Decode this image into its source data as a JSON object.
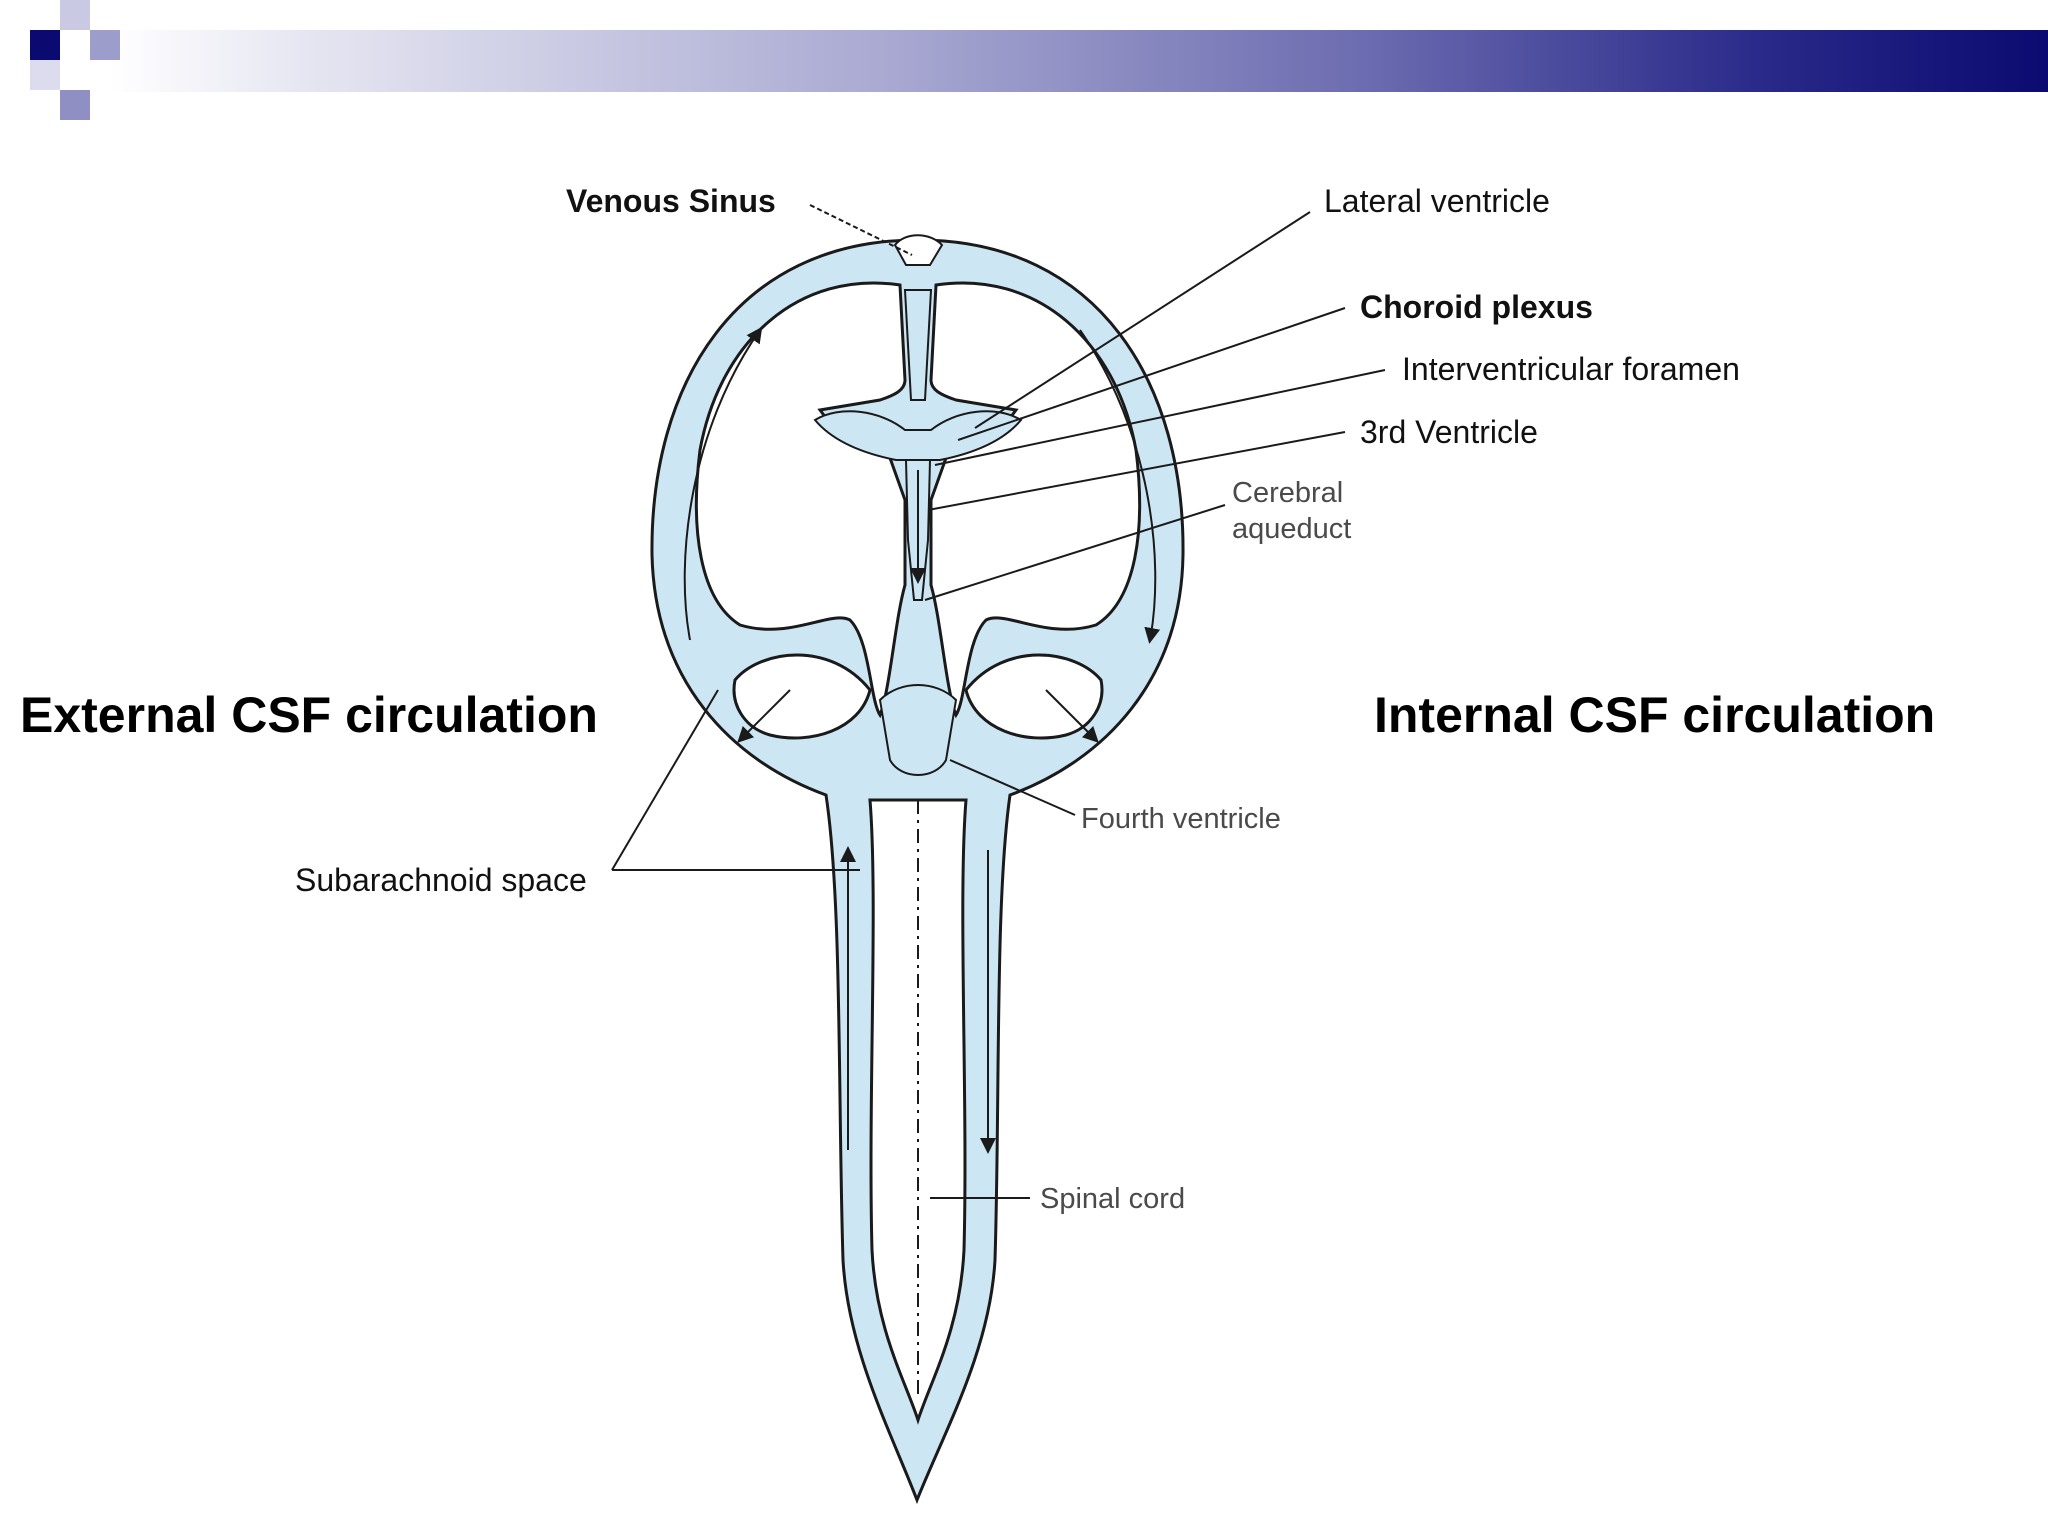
{
  "colors": {
    "csf_fill": "#cce6f4",
    "outline": "#1a1a1a",
    "header_dark": "#0a0a70",
    "header_mid": "#7777b8",
    "header_light": "#c9c9e4"
  },
  "slide": {
    "labels": {
      "venous_sinus": "Venous Sinus",
      "lateral_ventricle": "Lateral ventricle",
      "choroid_plexus": "Choroid plexus",
      "interventricular_foramen": "Interventricular foramen",
      "third_ventricle": "3rd Ventricle",
      "cerebral_aqueduct_line1": "Cerebral",
      "cerebral_aqueduct_line2": "aqueduct",
      "fourth_ventricle": "Fourth ventricle",
      "subarachnoid_space": "Subarachnoid space",
      "spinal_cord": "Spinal cord"
    },
    "headings": {
      "external": "External CSF circulation",
      "internal": "Internal CSF circulation"
    }
  }
}
